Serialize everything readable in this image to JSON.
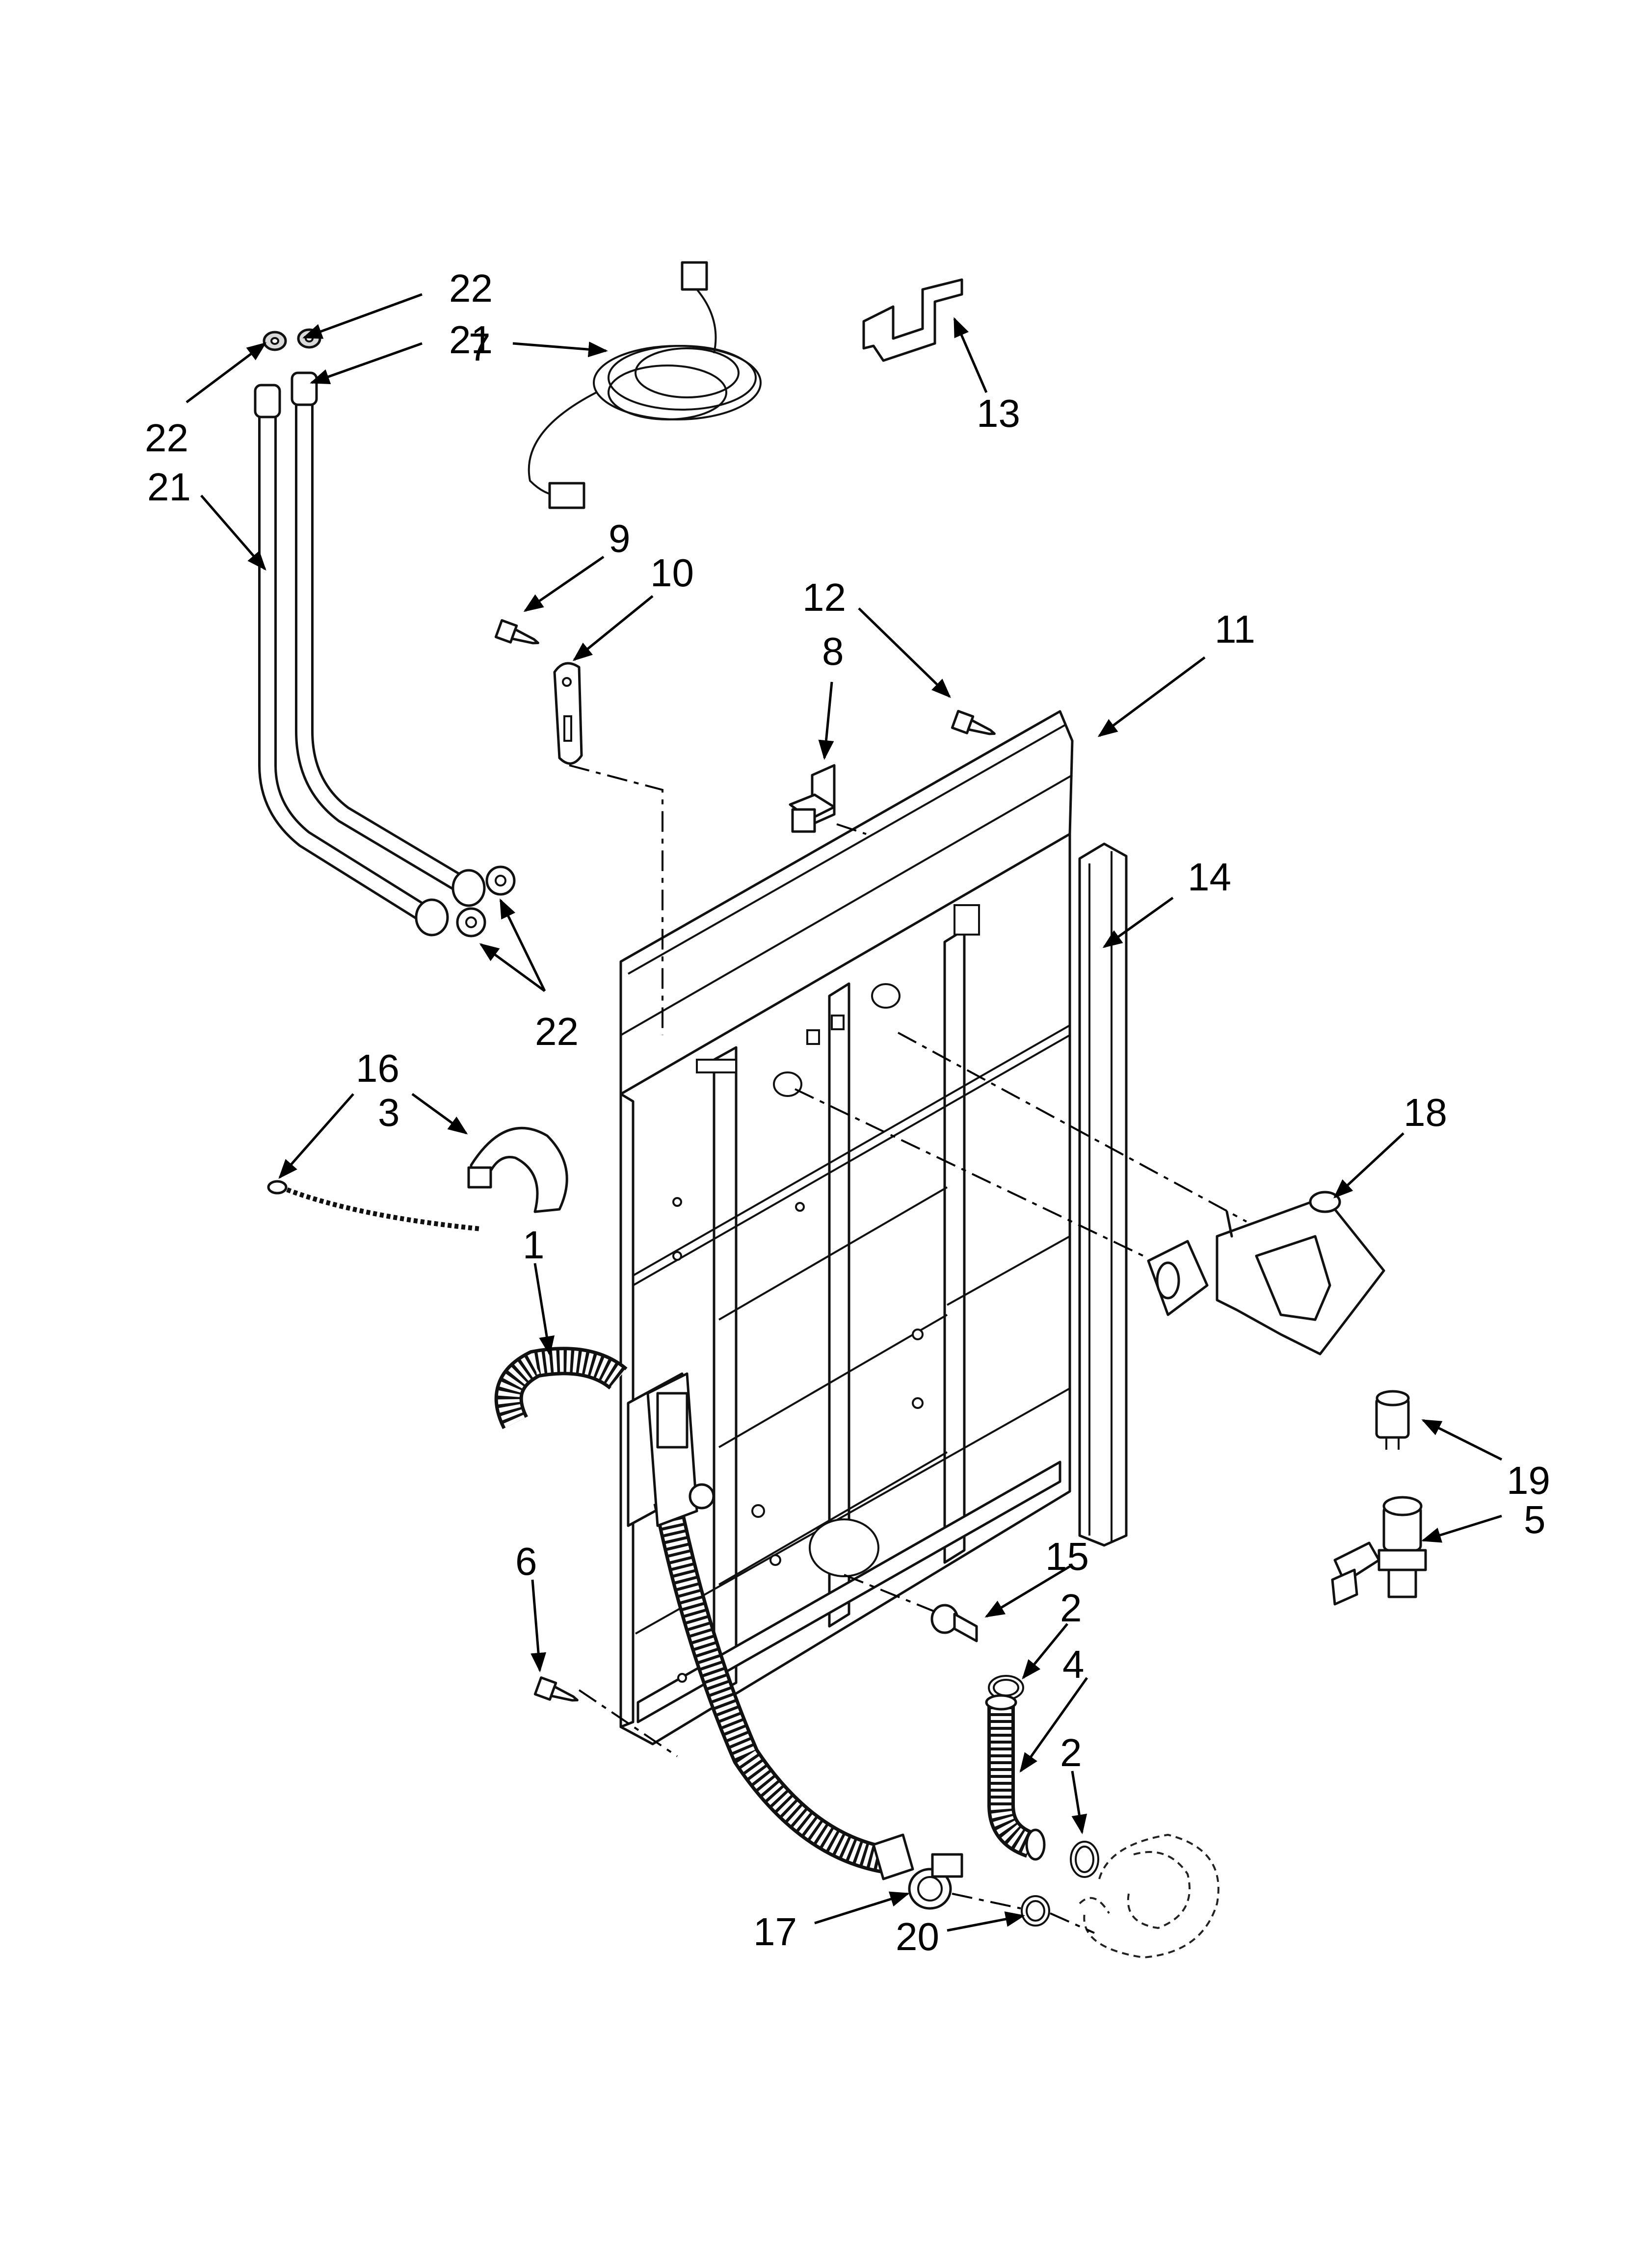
{
  "callouts": [
    {
      "id": "c22a",
      "text": "22"
    },
    {
      "id": "c21a",
      "text": "21"
    },
    {
      "id": "c22b",
      "text": "22"
    },
    {
      "id": "c21b",
      "text": "21"
    },
    {
      "id": "c7",
      "text": "7"
    },
    {
      "id": "c13",
      "text": "13"
    },
    {
      "id": "c9",
      "text": "9"
    },
    {
      "id": "c10",
      "text": "10"
    },
    {
      "id": "c12",
      "text": "12"
    },
    {
      "id": "c8",
      "text": "8"
    },
    {
      "id": "c11",
      "text": "11"
    },
    {
      "id": "c14",
      "text": "14"
    },
    {
      "id": "c22c",
      "text": "22"
    },
    {
      "id": "c16",
      "text": "16"
    },
    {
      "id": "c3",
      "text": "3"
    },
    {
      "id": "c18",
      "text": "18"
    },
    {
      "id": "c1",
      "text": "1"
    },
    {
      "id": "c19",
      "text": "19"
    },
    {
      "id": "c5",
      "text": "5"
    },
    {
      "id": "c6",
      "text": "6"
    },
    {
      "id": "c15",
      "text": "15"
    },
    {
      "id": "c2a",
      "text": "2"
    },
    {
      "id": "c4",
      "text": "4"
    },
    {
      "id": "c2b",
      "text": "2"
    },
    {
      "id": "c17",
      "text": "17"
    },
    {
      "id": "c20",
      "text": "20"
    }
  ]
}
